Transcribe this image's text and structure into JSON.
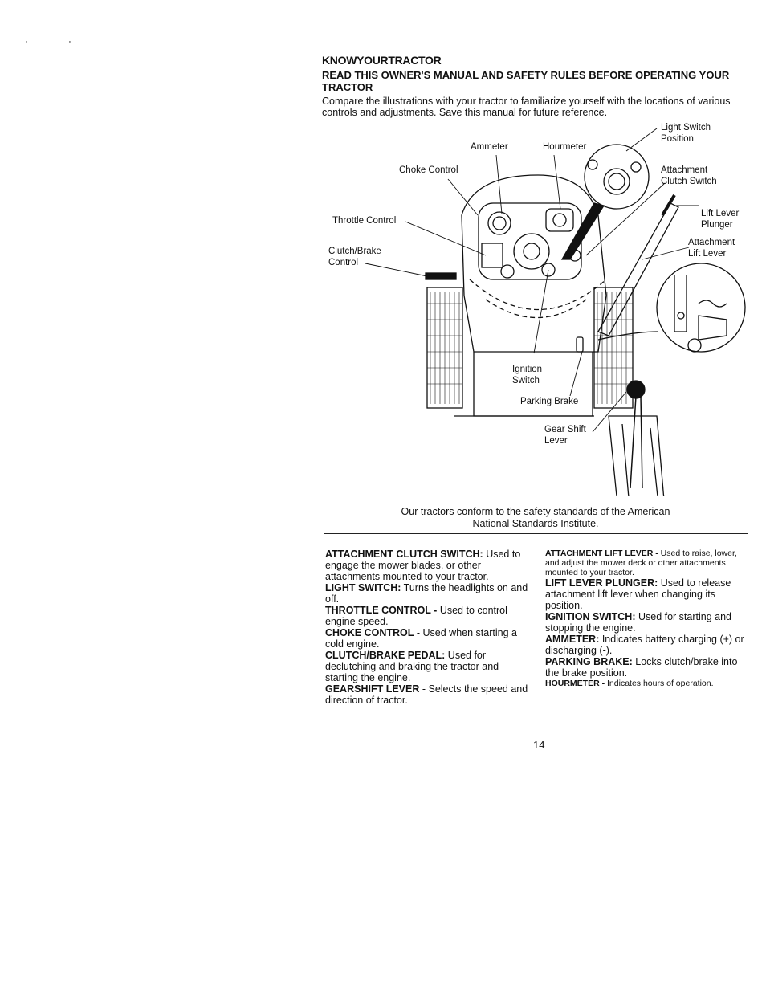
{
  "header": {
    "title": "KNOWYOURTRACTOR",
    "subtitle": "READ THIS OWNER'S MANUAL AND SAFETY RULES BEFORE OPERATING YOUR TRACTOR",
    "intro": "Compare the illustrations with your tractor to familiarize yourself with the locations of various controls and adjustments. Save this manual for future reference."
  },
  "diagram_labels": {
    "light_switch_1": "Light Switch",
    "light_switch_2": "Position",
    "ammeter": "Ammeter",
    "hourmeter": "Hourmeter",
    "choke": "Choke Control",
    "attach_clutch_1": "Attachment",
    "attach_clutch_2": "Clutch Switch",
    "throttle": "Throttle Control",
    "lift_plunger_1": "Lift Lever",
    "lift_plunger_2": "Plunger",
    "clutch_brake_1": "Clutch/Brake",
    "clutch_brake_2": "Control",
    "attach_lift_1": "Attachment",
    "attach_lift_2": "Lift Lever",
    "ignition_1": "Ignition",
    "ignition_2": "Switch",
    "parking": "Parking Brake",
    "gear_1": "Gear Shift",
    "gear_2": "Lever"
  },
  "conform": {
    "line1": "Our tractors conform to the safety standards of the American",
    "line2": "National Standards Institute."
  },
  "left_column": [
    {
      "term": "ATTACHMENT CLUTCH SWITCH:",
      "desc": " Used to engage the mower blades, or other attachments mounted to your tractor."
    },
    {
      "term": "LIGHT SWITCH:",
      "desc": " Turns the headlights on and off."
    },
    {
      "term": "THROTTLE CONTROL -",
      "desc": " Used to control engine speed."
    },
    {
      "term": "CHOKE CONTROL",
      "desc": " - Used when starting a cold engine."
    },
    {
      "term": "CLUTCH/BRAKE PEDAL:",
      "desc": " Used for declutching and braking the tractor and starting the engine."
    },
    {
      "term": "GEARSHIFT LEVER",
      "desc": " - Selects the speed and direction of tractor."
    }
  ],
  "right_column": {
    "attach_lift": {
      "term": "ATTACHMENT LIFT LEVER -",
      "desc": " Used to raise, lower, and adjust the mower deck or other attachments mounted to your tractor."
    },
    "lift_plunger": {
      "term": "LIFT LEVER PLUNGER:",
      "desc": " Used to release attachment lift lever when changing its position."
    },
    "ignition": {
      "term": "IGNITION SWITCH:",
      "desc": " Used for starting and stopping the engine."
    },
    "ammeter": {
      "term": "AMMETER:",
      "desc": " Indicates battery charging (+) or discharging (-)."
    },
    "parking": {
      "term": "PARKING BRAKE:",
      "desc": " Locks clutch/brake into the brake position."
    },
    "hourmeter": {
      "term": "HOURMETER -",
      "desc": " Indicates hours of operation."
    }
  },
  "page_number": "14",
  "marks": {
    "a": "'",
    "b": "'"
  }
}
